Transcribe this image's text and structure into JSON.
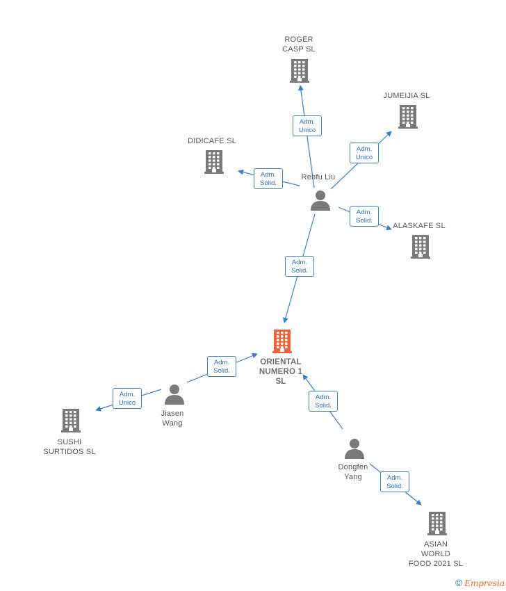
{
  "colors": {
    "link": "#3a7ed1",
    "node": "#7a7a7a",
    "focus": "#f0603a"
  },
  "nodes": [
    {
      "id": "oriental",
      "kind": "company",
      "focus": true,
      "label": "ORIENTAL\nNUMERO 1\nSL"
    },
    {
      "id": "roger",
      "kind": "company",
      "focus": false,
      "label": "ROGER\nCASP  SL"
    },
    {
      "id": "jumeijia",
      "kind": "company",
      "focus": false,
      "label": "JUMEIJIA SL"
    },
    {
      "id": "didicafe",
      "kind": "company",
      "focus": false,
      "label": "DIDICAFE  SL"
    },
    {
      "id": "alaskafe",
      "kind": "company",
      "focus": false,
      "label": "ALASKAFE  SL"
    },
    {
      "id": "sushi",
      "kind": "company",
      "focus": false,
      "label": "SUSHI\nSURTIDOS SL"
    },
    {
      "id": "asian",
      "kind": "company",
      "focus": false,
      "label": "ASIAN\nWORLD\nFOOD 2021  SL"
    },
    {
      "id": "renfu",
      "kind": "person",
      "focus": false,
      "label": "Renfu Liu"
    },
    {
      "id": "jiasen",
      "kind": "person",
      "focus": false,
      "label": "Jiasen\nWang"
    },
    {
      "id": "dongfen",
      "kind": "person",
      "focus": false,
      "label": "Dongfen\nYang"
    }
  ],
  "edges": [
    {
      "from": "renfu",
      "to": "roger",
      "label": "Adm.\nUnico"
    },
    {
      "from": "renfu",
      "to": "jumeijia",
      "label": "Adm.\nUnico"
    },
    {
      "from": "renfu",
      "to": "didicafe",
      "label": "Adm.\nSolid."
    },
    {
      "from": "renfu",
      "to": "alaskafe",
      "label": "Adm.\nSolid."
    },
    {
      "from": "renfu",
      "to": "oriental",
      "label": "Adm.\nSolid."
    },
    {
      "from": "jiasen",
      "to": "oriental",
      "label": "Adm.\nSolid."
    },
    {
      "from": "jiasen",
      "to": "sushi",
      "label": "Adm.\nUnico"
    },
    {
      "from": "dongfen",
      "to": "oriental",
      "label": "Adm.\nSolid."
    },
    {
      "from": "dongfen",
      "to": "asian",
      "label": "Adm.\nSolid."
    }
  ],
  "footer": {
    "symbol": "©",
    "brand": "Empresia"
  }
}
